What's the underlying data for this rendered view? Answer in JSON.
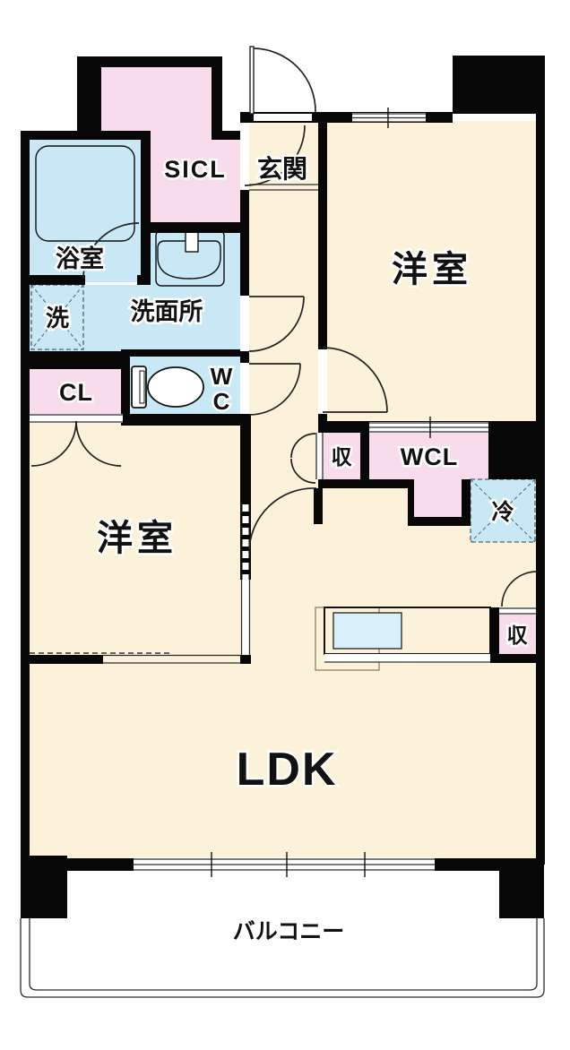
{
  "title": "apartment-floor-plan",
  "colors": {
    "room_floor": "#fcf2d9",
    "wet_area_floor": "#c9e8f6",
    "closet_floor": "#f8dcec",
    "wall": "#070707",
    "line": "#2b2b2b"
  },
  "rooms": {
    "sicl": {
      "label": "SICL"
    },
    "genkan": {
      "label": "玄関"
    },
    "bedroom_right": {
      "label": "洋室"
    },
    "bathroom": {
      "label": "浴室"
    },
    "laundry": {
      "label": "洗"
    },
    "washroom": {
      "label": "洗面所"
    },
    "wc": {
      "line1": "W",
      "line2": "C"
    },
    "cl": {
      "label": "CL"
    },
    "bedroom_left": {
      "label": "洋室"
    },
    "storage_hall": {
      "label": "収"
    },
    "wcl": {
      "label": "WCL"
    },
    "refrigerator": {
      "label": "冷"
    },
    "storage_kitchen": {
      "label": "収"
    },
    "ldk": {
      "label": "LDK"
    },
    "balcony": {
      "label": "バルコニー"
    }
  }
}
